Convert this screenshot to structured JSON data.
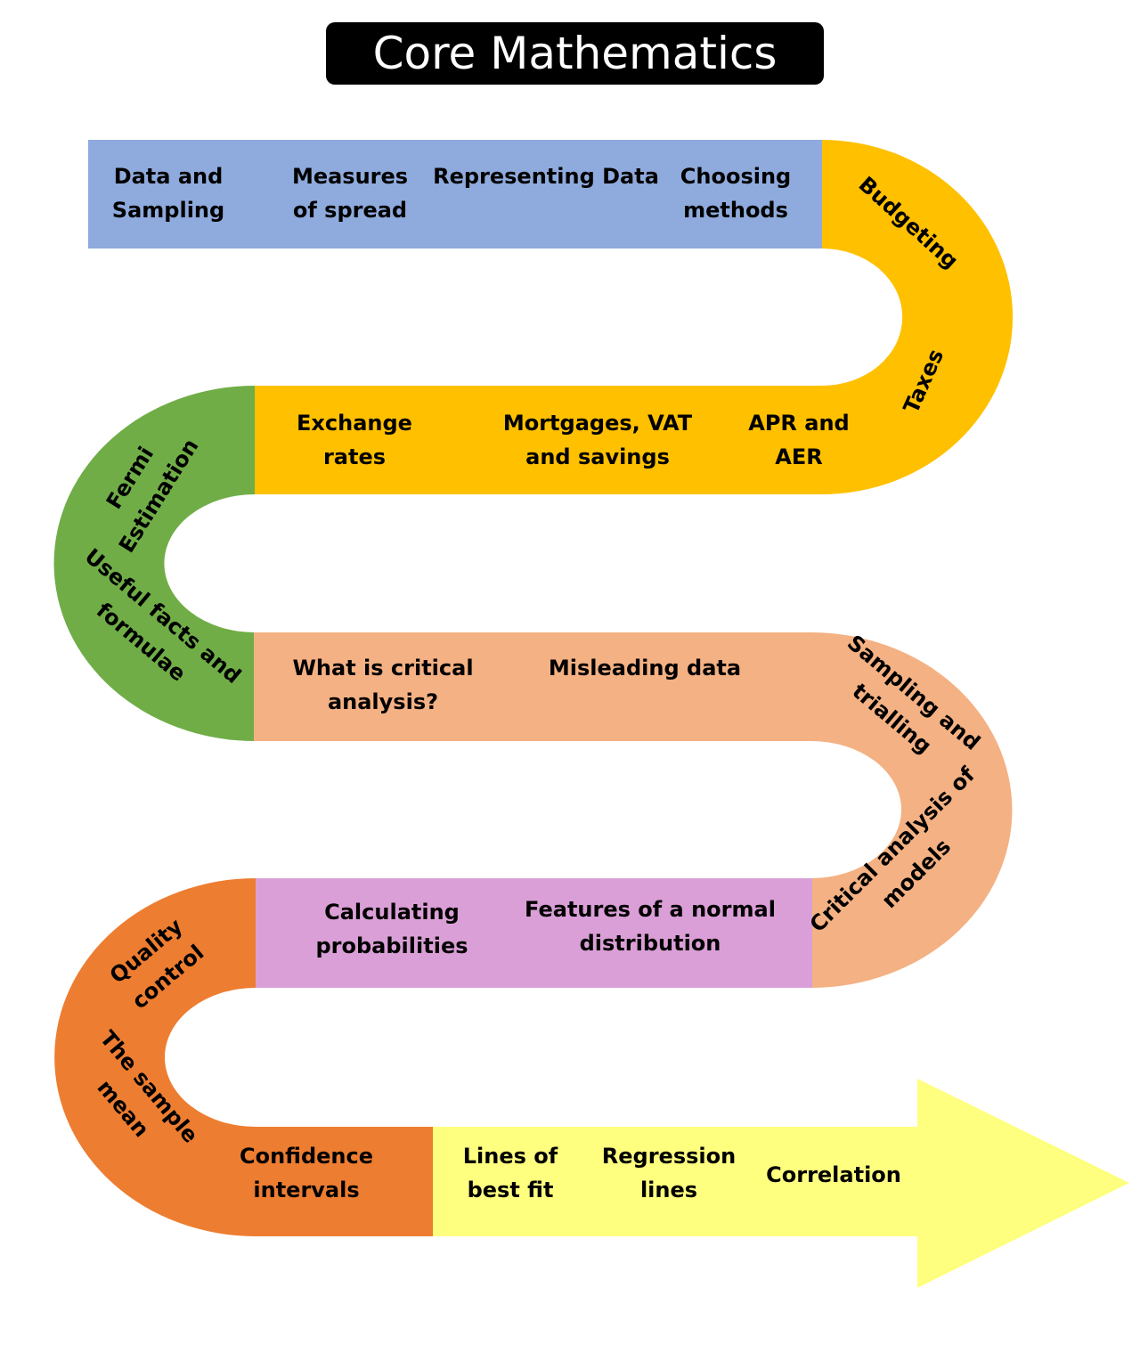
{
  "title": "Core Mathematics",
  "colors": {
    "blue": "#8FAADC",
    "gold": "#FFC000",
    "green": "#70AD47",
    "peach": "#F4B183",
    "pink": "#DA9FD6",
    "orange": "#ED7D31",
    "yellow": "#FFFF7F",
    "title_bg": "#000000",
    "title_text": "#FFFFFF"
  },
  "bands": {
    "b1": {
      "t1": [
        "Data and",
        "Sampling"
      ],
      "t2": [
        "Measures",
        "of spread"
      ],
      "t3": [
        "Representing Data"
      ],
      "t4": [
        "Choosing",
        "methods"
      ]
    },
    "c1": {
      "t1": [
        "Budgeting"
      ],
      "t2": [
        "Taxes"
      ]
    },
    "b2": {
      "t1": [
        "Exchange",
        "rates"
      ],
      "t2": [
        "Mortgages, VAT",
        "and savings"
      ],
      "t3": [
        "APR and",
        "AER"
      ]
    },
    "c2": {
      "t1": [
        "Fermi",
        "Estimation"
      ],
      "t2": [
        "Useful facts and",
        "formulae"
      ]
    },
    "b3": {
      "t1": [
        "What is critical",
        "analysis?"
      ],
      "t2": [
        "Misleading data"
      ]
    },
    "c3": {
      "t1": [
        "Sampling and",
        "trialling"
      ],
      "t2": [
        "Critical analysis of",
        "models"
      ]
    },
    "b4": {
      "t1": [
        "Calculating",
        "probabilities"
      ],
      "t2": [
        "Features of a normal",
        "distribution"
      ]
    },
    "c4": {
      "t1": [
        "Quality",
        "control"
      ],
      "t2": [
        "The sample",
        "mean"
      ]
    },
    "b5": {
      "t1": [
        "Confidence",
        "intervals"
      ]
    },
    "arrow": {
      "t1": [
        "Lines of",
        "best fit"
      ],
      "t2": [
        "Regression",
        "lines"
      ],
      "t3": [
        "Correlation"
      ]
    }
  }
}
